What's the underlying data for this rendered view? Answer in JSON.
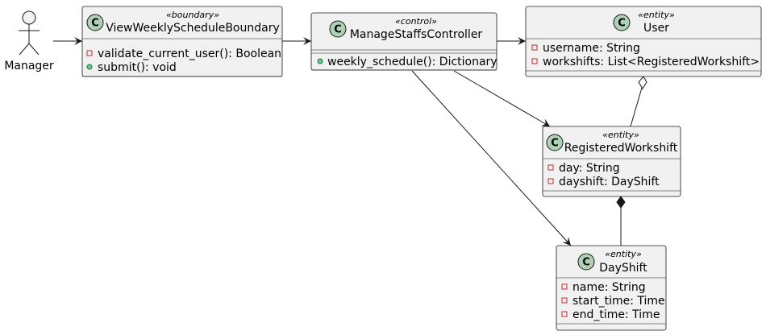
{
  "actor": {
    "label": "Manager"
  },
  "classes": {
    "boundary": {
      "stereotype": "«boundary»",
      "name": "ViewWeeklyScheduleBoundary",
      "icon_letter": "C",
      "members": [
        {
          "visibility": "private",
          "text": "validate_current_user(): Boolean"
        },
        {
          "visibility": "public",
          "text": "submit(): void"
        }
      ]
    },
    "controller": {
      "stereotype": "«control»",
      "name": "ManageStaffsController",
      "icon_letter": "C",
      "members": [
        {
          "visibility": "public",
          "text": "weekly_schedule(): Dictionary"
        }
      ]
    },
    "user": {
      "stereotype": "«entity»",
      "name": "User",
      "icon_letter": "C",
      "members": [
        {
          "visibility": "private",
          "text": "username: String"
        },
        {
          "visibility": "private",
          "text": "workshifts: List<RegisteredWorkshift>"
        }
      ]
    },
    "registered": {
      "stereotype": "«entity»",
      "name": "RegisteredWorkshift",
      "icon_letter": "C",
      "members": [
        {
          "visibility": "private",
          "text": "day: String"
        },
        {
          "visibility": "private",
          "text": "dayshift: DayShift"
        }
      ]
    },
    "dayshift": {
      "stereotype": "«entity»",
      "name": "DayShift",
      "icon_letter": "C",
      "members": [
        {
          "visibility": "private",
          "text": "name: String"
        },
        {
          "visibility": "private",
          "text": "start_time: Time"
        },
        {
          "visibility": "private",
          "text": "end_time: Time"
        }
      ]
    }
  },
  "colors": {
    "box_fill": "#f1f1f1",
    "border": "#181818",
    "class_icon": "#add1b2",
    "private_marker": "#c82930",
    "public_marker": "#84be84"
  }
}
